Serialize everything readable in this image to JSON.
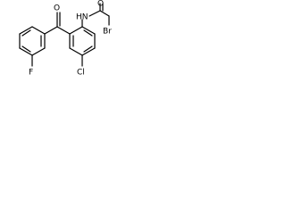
{
  "molecule": {
    "atoms": {
      "o_ketone": "O",
      "f": "F",
      "cl": "Cl",
      "nh": "HN",
      "o_amide": "O",
      "br": "Br"
    }
  },
  "colors": {
    "bond": "#000000",
    "text": "#000000",
    "background": "#ffffff"
  }
}
